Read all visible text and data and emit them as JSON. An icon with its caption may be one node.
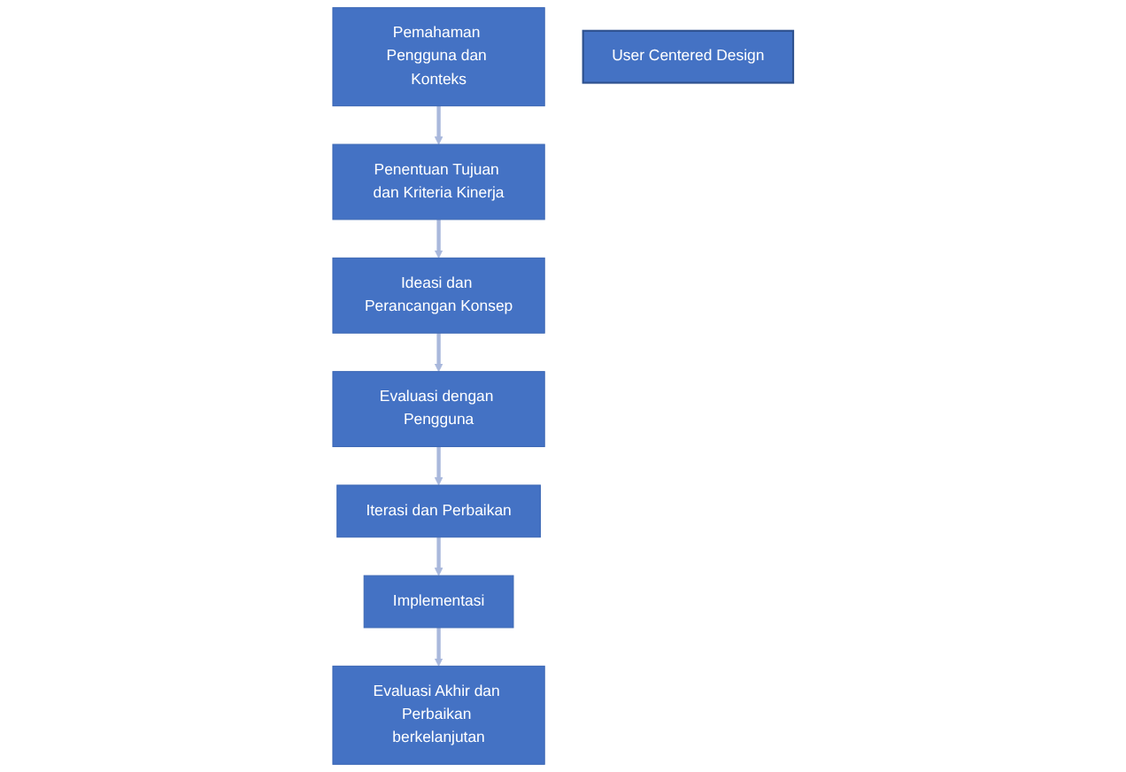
{
  "diagram": {
    "nodes": [
      {
        "text": [
          "Pemahaman Pengguna dan Konteks"
        ]
      },
      {
        "text": [
          "Penentuan Tujuan dan Kriteria Kinerja"
        ]
      },
      {
        "text": [
          "Ideasi dan Perancangan Konsep"
        ]
      },
      {
        "text": [
          "Implementasi"
        ]
      },
      {
        "text": [
          "Iterasi dan Perbaikan"
        ]
      },
      {
        "text": [
          "Evaluasi dengan Pengguna"
        ]
      },
      {
        "text": [
          "Evaluasi Akhir dan Perbaikan berkelanjutan"
        ]
      },
      {
        "text": [
          "User Centered Design"
        ]
      }
    ],
    "edges": [
      {
        "from": 0,
        "to": 1,
        "arrow": "to"
      },
      {
        "from": 1,
        "to": 2,
        "arrow": "to"
      },
      {
        "from": 2,
        "to": 5,
        "arrow": "to"
      },
      {
        "from": 5,
        "to": 4,
        "arrow": "to"
      },
      {
        "from": 4,
        "to": 3,
        "arrow": "to"
      },
      {
        "from": 3,
        "to": 6,
        "arrow": "to"
      }
    ]
  }
}
